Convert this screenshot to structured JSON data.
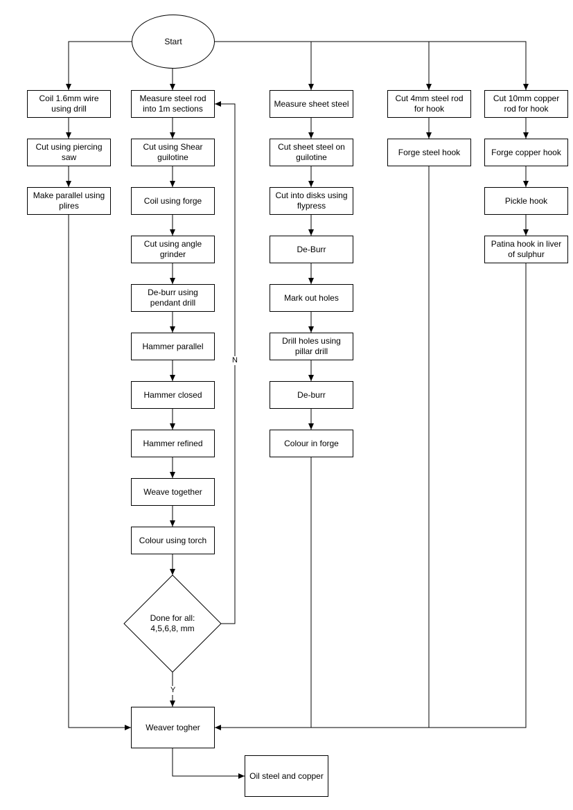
{
  "start": "Start",
  "col_coil_wire": [
    "Coil 1.6mm wire using drill",
    "Cut using piercing saw",
    "Make parallel using plires"
  ],
  "col_steel_rod": [
    "Measure steel rod into 1m sections",
    "Cut using Shear guilotine",
    "Coil using forge",
    "Cut using angle grinder",
    "De-burr using pendant drill",
    "Hammer parallel",
    "Hammer closed",
    "Hammer refined",
    "Weave together",
    "Colour using torch"
  ],
  "decision": "Done for all: 4,5,6,8, mm",
  "decision_no": "N",
  "decision_yes": "Y",
  "col_sheet_steel": [
    "Measure sheet steel",
    "Cut sheet steel on guilotine",
    "Cut into disks using flypress",
    "De-Burr",
    "Mark out holes",
    "Drill holes using pillar drill",
    "De-burr",
    "Colour in forge"
  ],
  "col_steel_hook": [
    "Cut 4mm steel rod for hook",
    "Forge steel hook"
  ],
  "col_copper_hook": [
    "Cut 10mm copper rod for hook",
    "Forge copper hook",
    "Pickle hook",
    "Patina hook in liver of sulphur"
  ],
  "weave": "Weaver togher",
  "oil": "Oil steel and copper"
}
